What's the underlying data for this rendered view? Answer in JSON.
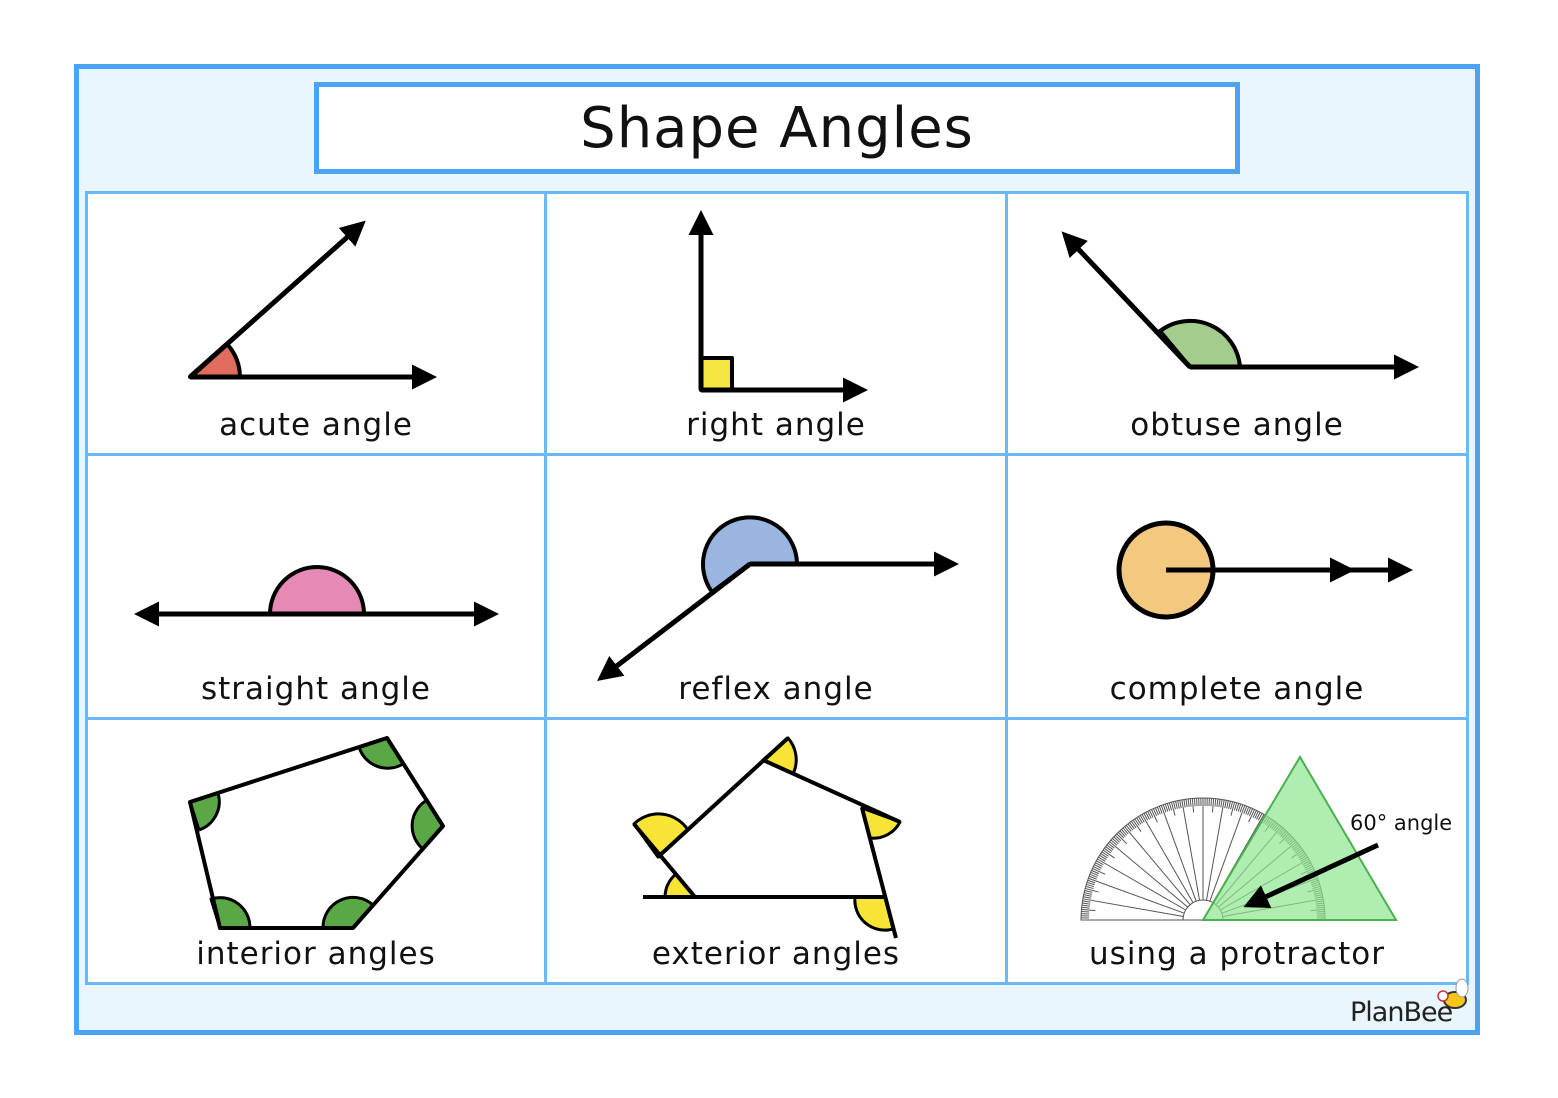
{
  "title": "Shape Angles",
  "cells": [
    {
      "label": "acute angle",
      "color": "#e06c5e"
    },
    {
      "label": "right angle",
      "color": "#f5e642"
    },
    {
      "label": "obtuse angle",
      "color": "#a4cc8c"
    },
    {
      "label": "straight angle",
      "color": "#e48ab4"
    },
    {
      "label": "reflex angle",
      "color": "#98b6df"
    },
    {
      "label": "complete angle",
      "color": "#f3c97f"
    },
    {
      "label": "interior angles",
      "color": "#5aa845"
    },
    {
      "label": "exterior angles",
      "color": "#f7e437"
    },
    {
      "label": "using a protractor",
      "color": "#8fe68f"
    }
  ],
  "protractor_note": "60° angle",
  "logo": "PlanBee",
  "colors": {
    "frame": "#4aa3f5",
    "grid": "#6ab8f5",
    "background": "#eaf6fd"
  }
}
